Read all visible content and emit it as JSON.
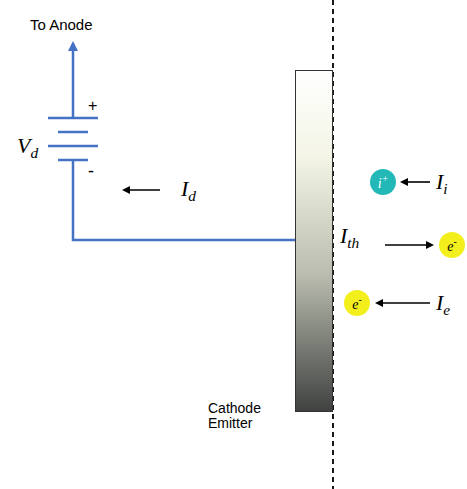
{
  "diagram": {
    "nodes": [
      {
        "text": [
          "Cathode Emitter"
        ]
      },
      {
        "text": [
          "i+"
        ]
      },
      {
        "text": [
          "e-"
        ]
      },
      {
        "text": [
          "e-"
        ]
      }
    ],
    "labels": [
      "To Anode",
      "+",
      "-",
      "Vd",
      "Id",
      "Ii",
      "Ith",
      "Ie"
    ]
  }
}
